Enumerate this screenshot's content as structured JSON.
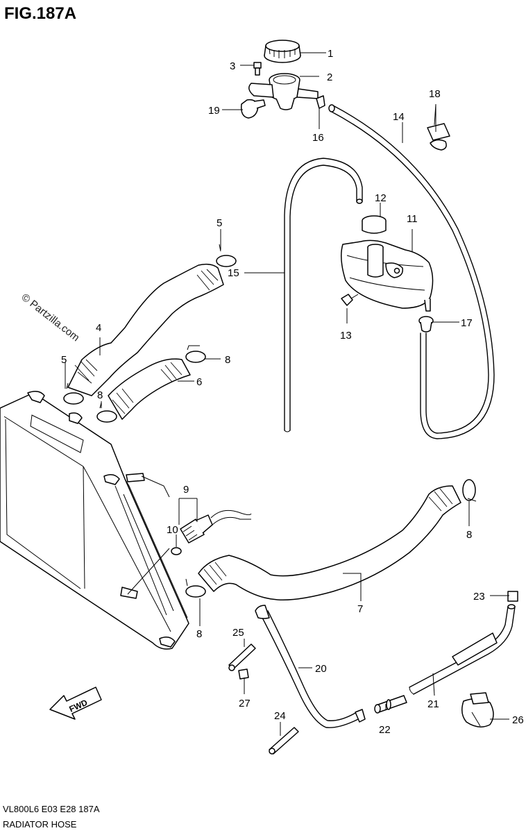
{
  "figure": {
    "title": "FIG.187A",
    "footer_code": "VL800L6  E03  E28  187A",
    "footer_name": "RADIATOR HOSE",
    "watermark": "© Partzilla.com",
    "fwd_label": "FWD"
  },
  "callouts": [
    "1",
    "2",
    "3",
    "19",
    "16",
    "18",
    "14",
    "12",
    "11",
    "15",
    "13",
    "17",
    "5",
    "4",
    "8",
    "6",
    "5",
    "8",
    "9",
    "10",
    "8",
    "7",
    "23",
    "8",
    "25",
    "20",
    "27",
    "21",
    "26",
    "24",
    "22"
  ]
}
